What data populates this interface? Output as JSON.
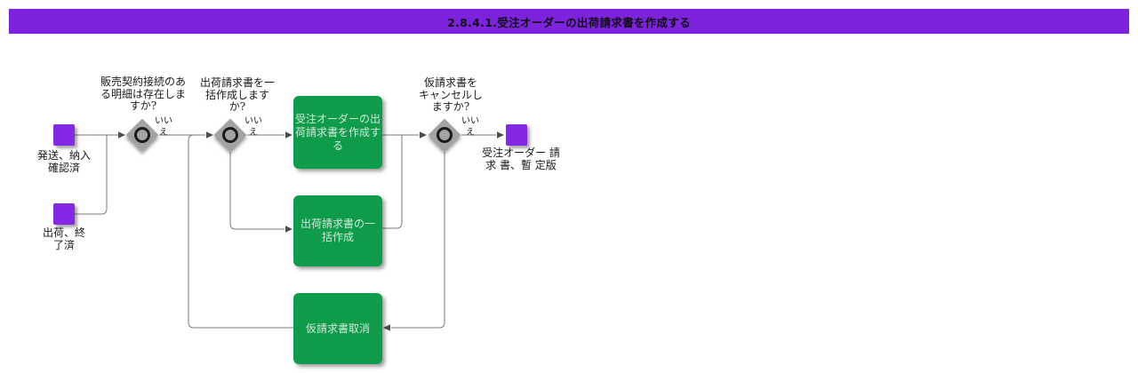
{
  "header": {
    "title": "2.8.4.1.受注オーダーの出荷請求書を作成する"
  },
  "colors": {
    "header-bg": "#7d22dd",
    "header-text": "#101018",
    "event-purple": "#8428e3",
    "task-green": "#0f9c4a",
    "task-text": "#d4e6da",
    "gateway-gray": "#a3a3a3",
    "gateway-ring": "#1a1a1a",
    "connector": "#7a7a7a",
    "arrowhead": "#4d4d4d",
    "label-text": "#1a1a1a"
  },
  "events": {
    "start1": {
      "label": "発送、納入\n確認済"
    },
    "start2": {
      "label": "出荷、終\n了済"
    },
    "end1": {
      "label": "受注オーダー 請\n求 書、暫 定版"
    }
  },
  "gateways": {
    "g1": {
      "question": "販売契約接続のあ\nる明細は存在しま\nすか?",
      "no_label": "いい\nえ"
    },
    "g2": {
      "question": "出荷請求書を一\n括作成します\nか?",
      "no_label": "いい\nえ"
    },
    "g3": {
      "question": "仮請求書を\nキャンセルし\nますか?",
      "no_label": "いい\nえ"
    }
  },
  "tasks": {
    "t1": {
      "label": "受注オーダーの出\n荷請求書を作成す\nる"
    },
    "t2": {
      "label": "出荷請求書の一\n括作成"
    },
    "t3": {
      "label": "仮請求書取消"
    }
  }
}
